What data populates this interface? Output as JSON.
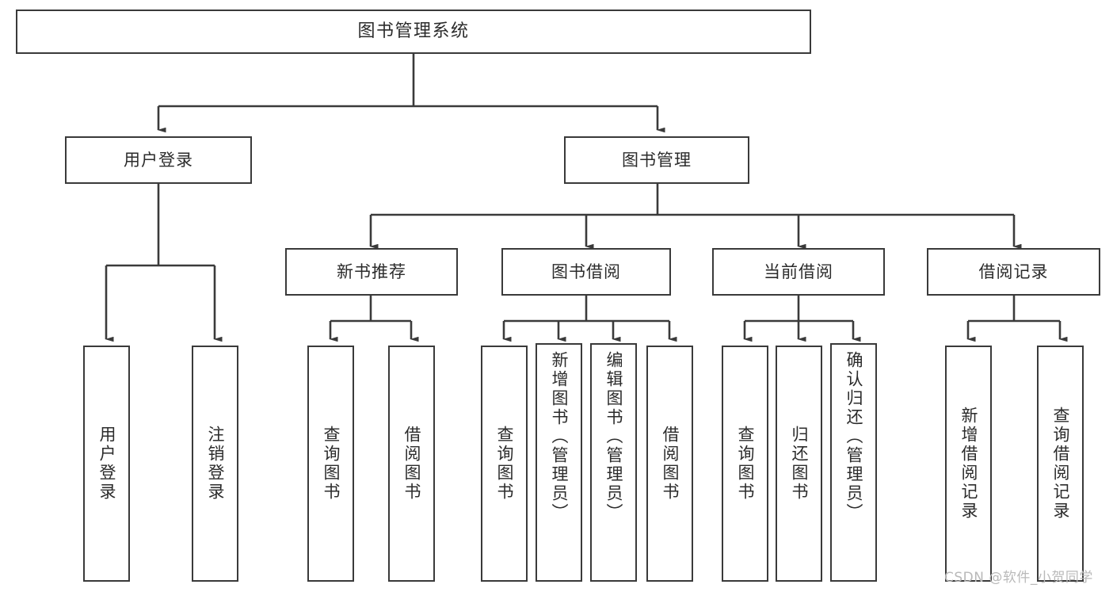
{
  "diagram": {
    "title": "图书管理系统",
    "type": "hierarchy-tree",
    "colors": {
      "box_border": "#3a3a3a",
      "box_fill": "#ffffff",
      "edge": "#3a3a3a",
      "text": "#2b2b2b",
      "watermark": "#b9b9b9",
      "background": "#ffffff"
    },
    "root": {
      "label": "图书管理系统"
    },
    "level2": [
      {
        "label": "用户登录"
      },
      {
        "label": "图书管理"
      }
    ],
    "level3": [
      {
        "label": "新书推荐"
      },
      {
        "label": "图书借阅"
      },
      {
        "label": "当前借阅"
      },
      {
        "label": "借阅记录"
      }
    ],
    "leaves": {
      "user_login": [
        {
          "label": "用户登录"
        },
        {
          "label": "注销登录"
        }
      ],
      "new_book_recommend": [
        {
          "label": "查询图书"
        },
        {
          "label": "借阅图书"
        }
      ],
      "book_borrow": [
        {
          "label": "查询图书"
        },
        {
          "label": "新增图书（管理员）"
        },
        {
          "label": "编辑图书（管理员）"
        },
        {
          "label": "借阅图书"
        }
      ],
      "current_borrow": [
        {
          "label": "查询图书"
        },
        {
          "label": "归还图书"
        },
        {
          "label": "确认归还（管理员）"
        }
      ],
      "borrow_record": [
        {
          "label": "新增借阅记录"
        },
        {
          "label": "查询借阅记录"
        }
      ]
    },
    "watermark": "CSDN @软件_小贺同学"
  }
}
